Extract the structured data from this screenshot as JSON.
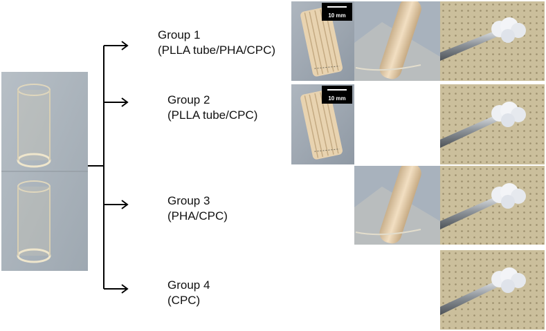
{
  "groups": [
    {
      "name": "Group 1",
      "desc": "(PLLA tube/PHA/CPC)"
    },
    {
      "name": "Group 2",
      "desc": "(PLLA tube/CPC)"
    },
    {
      "name": "Group 3",
      "desc": "(PHA/CPC)"
    },
    {
      "name": "Group 4",
      "desc": "(CPC)"
    }
  ],
  "scale_bar_label": "10 mm",
  "icons": [
    "tube-photo",
    "pla-tube-bundle-photo",
    "pha-roll-photo",
    "cpc-sample-photo",
    "arrow-icon"
  ],
  "colors": {
    "line": "#000000",
    "mat": "#d7cdb0",
    "tube_bg": "#a8b2bb",
    "bundle_bg": "#9fa9b4"
  }
}
